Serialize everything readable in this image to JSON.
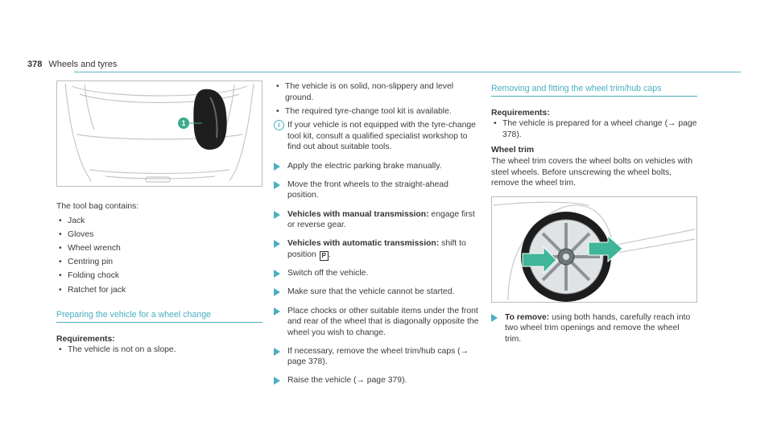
{
  "header": {
    "page_number": "378",
    "title": "Wheels and tyres"
  },
  "col1": {
    "figure_callout": "1",
    "intro": "The tool bag contains:",
    "items": [
      "Jack",
      "Gloves",
      "Wheel wrench",
      "Centring pin",
      "Folding chock",
      "Ratchet for jack"
    ],
    "section_title": "Preparing the vehicle for a wheel change",
    "req_heading": "Requirements:",
    "req_items": [
      "The vehicle is not on a slope."
    ]
  },
  "col2": {
    "req_items": [
      "The vehicle is on solid, non-slippery and level ground.",
      "The required tyre-change tool kit is available."
    ],
    "note": "If your vehicle is not equipped with the tyre-change tool kit, consult a qualified specialist workshop to find out about suitable tools.",
    "steps": {
      "s1": "Apply the electric parking brake manually.",
      "s2": "Move the front wheels to the straight-ahead position.",
      "s3_bold": "Vehicles with manual transmission:",
      "s3_text": " engage first or reverse gear.",
      "s4_bold": "Vehicles with automatic transmission:",
      "s4_text": " shift to position ",
      "s4_symbol": "P",
      "s4_end": ".",
      "s5": "Switch off the vehicle.",
      "s6": "Make sure that the vehicle cannot be started.",
      "s7": "Place chocks or other suitable items under the front and rear of the wheel that is diagonally opposite the wheel you wish to change.",
      "s8": "If necessary, remove the wheel trim/hub caps (→ page 378).",
      "s9": "Raise the vehicle (→ page 379)."
    }
  },
  "col3": {
    "section_title": "Removing and fitting the wheel trim/hub caps",
    "req_heading": "Requirements:",
    "req_items": [
      "The vehicle is prepared for a wheel change (→ page 378)."
    ],
    "trim_heading": "Wheel trim",
    "trim_text": "The wheel trim covers the wheel bolts on vehicles with steel wheels. Before unscrewing the wheel bolts, remove the wheel trim.",
    "step_bold": "To remove:",
    "step_text": " using both hands, carefully reach into two wheel trim openings and remove the wheel trim."
  },
  "colors": {
    "accent": "#4aaec0",
    "figure_arrow": "#3fb59a",
    "callout": "#3daa8c"
  }
}
